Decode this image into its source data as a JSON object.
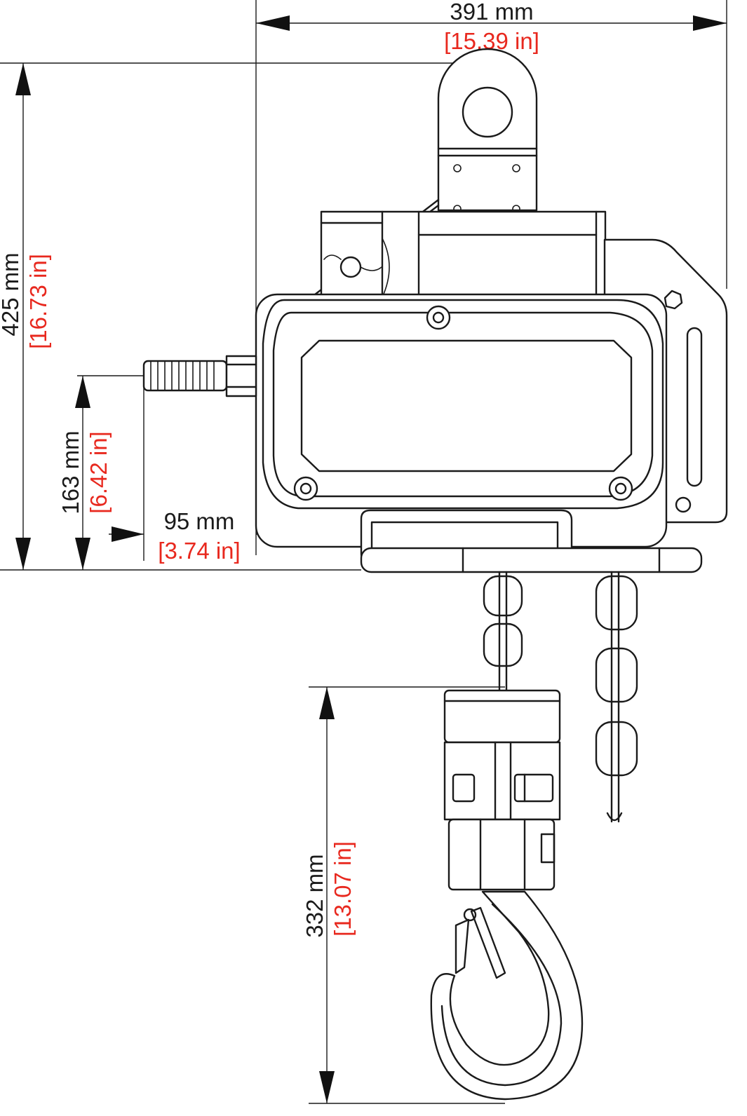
{
  "dimensions": {
    "total_width": {
      "mm": "391 mm",
      "in": "[15.39 in]"
    },
    "total_height": {
      "mm": "425 mm",
      "in": "[16.73 in]"
    },
    "handle_height": {
      "mm": "163 mm",
      "in": "[6.42 in]"
    },
    "handle_offset": {
      "mm": "95 mm",
      "in": "[3.74 in]"
    },
    "hook_drop": {
      "mm": "332 mm",
      "in": "[13.07 in]"
    }
  },
  "colors": {
    "line": "#1a1a1a",
    "inch_text": "#e8281e",
    "background": "#ffffff"
  }
}
